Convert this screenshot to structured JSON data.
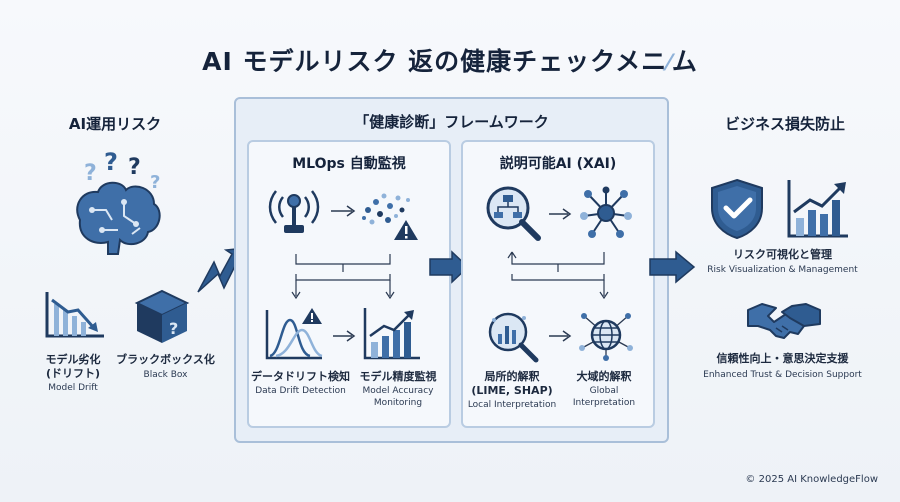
{
  "title": "AI モデルリスク 返の健康チェックメニ",
  "left": {
    "heading": "AI運用リスク",
    "items": [
      {
        "jp": "モデル劣化",
        "jp2": "(ドリフト)",
        "en": "Model Drift"
      },
      {
        "jp": "ブラックボックス化",
        "en": "Black Box"
      }
    ]
  },
  "framework": {
    "heading": "「健康診断」フレームワーク",
    "mlops": {
      "heading": "MLOps 自動監視",
      "items": [
        {
          "jp": "データドリフト検知",
          "en": "Data Drift Detection"
        },
        {
          "jp": "モデル精度監視",
          "en": "Model Accuracy",
          "en2": "Monitoring"
        }
      ]
    },
    "xai": {
      "heading": "説明可能AI (XAI)",
      "items": [
        {
          "jp": "局所的解釈",
          "jp2": "(LIME, SHAP)",
          "en": "Local Interpretation"
        },
        {
          "jp": "大域的解釈",
          "en": "Global",
          "en2": "Interpretation"
        }
      ]
    }
  },
  "right": {
    "heading": "ビジネス損失防止",
    "items": [
      {
        "jp": "リスク可視化と管理",
        "en": "Risk Visualization & Management"
      },
      {
        "jp": "信頼性向上・意思決定支援",
        "en": "Enhanced Trust & Decision Support"
      }
    ]
  },
  "copyright": "© 2025 AI KnowledgeFlow",
  "colors": {
    "navy": "#1f3a5f",
    "blue": "#3f6fa8",
    "light": "#8fb2d9",
    "accent": "#2f5c91"
  }
}
